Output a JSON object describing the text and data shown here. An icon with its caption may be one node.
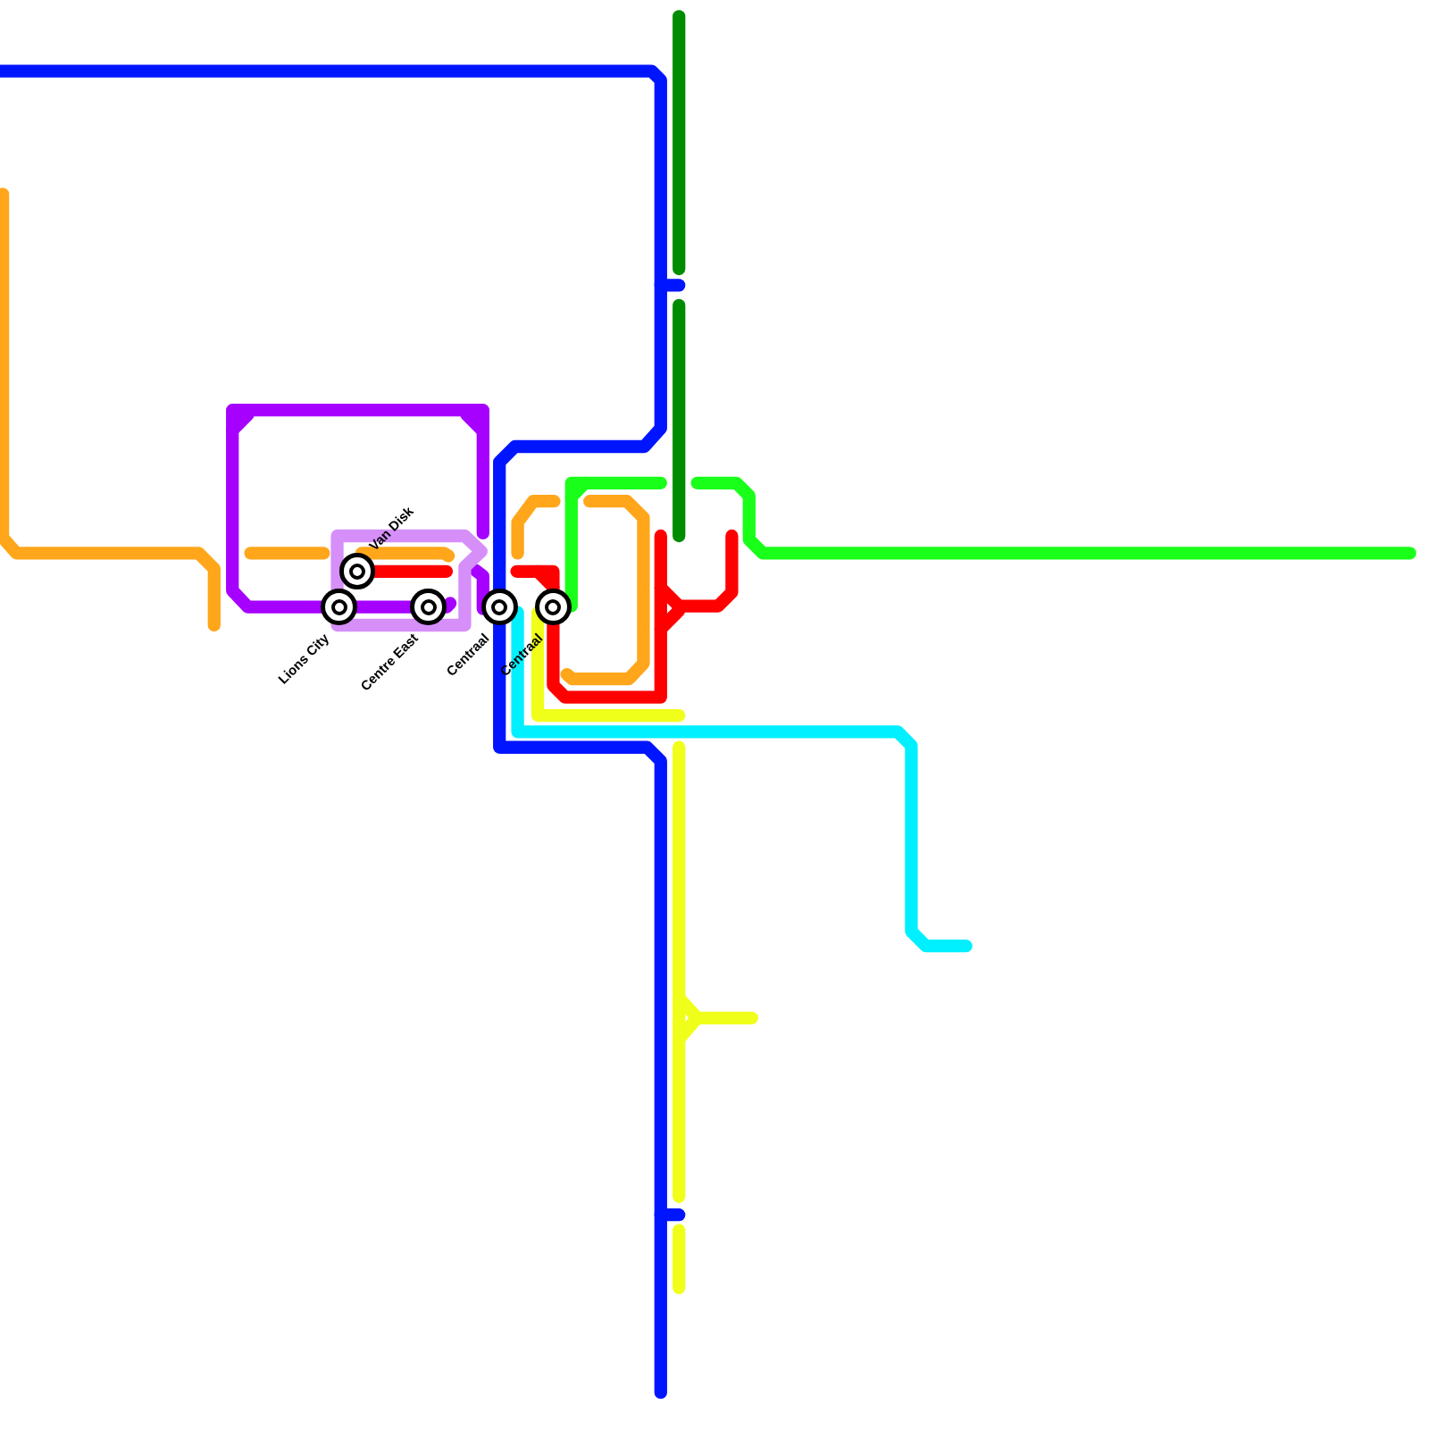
{
  "diagram": {
    "nodes": [
      {
        "text": [],
        "shape": "circle",
        "beside": [
          "Van Disk"
        ]
      },
      {
        "text": [],
        "shape": "circle",
        "beside": [
          "Lions City"
        ]
      },
      {
        "text": [],
        "shape": "circle",
        "beside": [
          "Centre East"
        ]
      },
      {
        "text": [],
        "shape": "circle",
        "beside": [
          "Centraal"
        ]
      },
      {
        "text": [],
        "shape": "circle",
        "beside": [
          "Centraal"
        ]
      }
    ]
  }
}
